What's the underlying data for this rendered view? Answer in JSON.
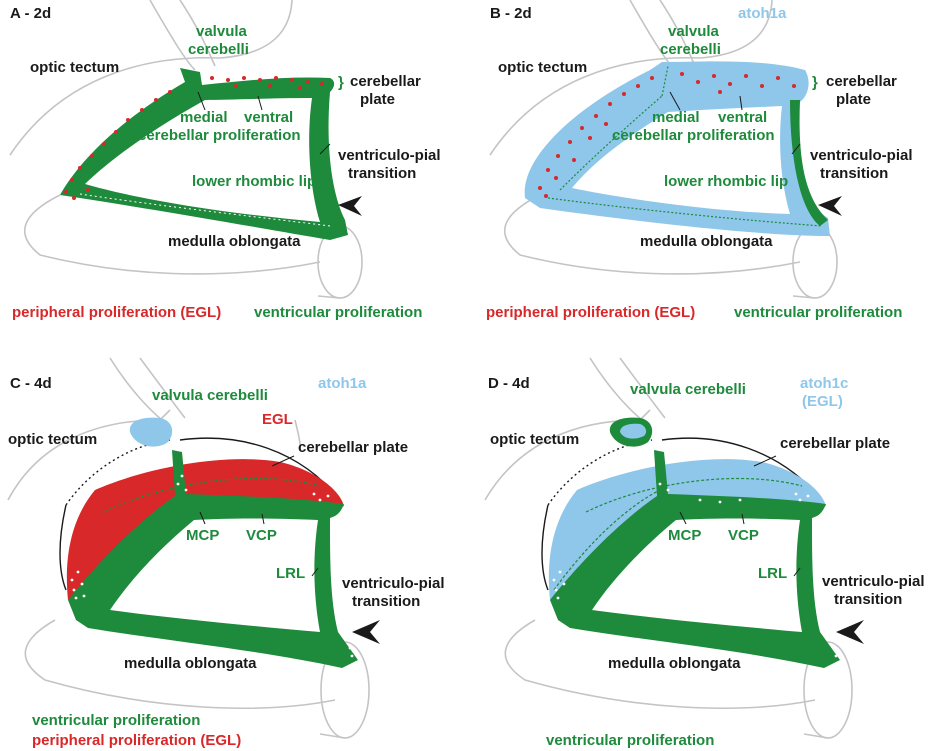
{
  "colors": {
    "ventricular": "#1e8a3c",
    "peripheral": "#d8282a",
    "atoh": "#8ec7ea",
    "outline": "#c4c4c4",
    "text": "#1a1a1a"
  },
  "panelA": {
    "title": "A - 2d",
    "optic_tectum": "optic tectum",
    "valvula_line1": "valvula",
    "valvula_line2": "cerebelli",
    "cerebellar_plate_line1": "cerebellar",
    "cerebellar_plate_line2": "plate",
    "medial": "medial",
    "ventral": "ventral",
    "cerebellar_proliferation": "cerebellar proliferation",
    "lower_rhombic_lip": "lower rhombic lip",
    "vp_line1": "ventriculo-pial",
    "vp_line2": "transition",
    "medulla": "medulla oblongata",
    "legend_peripheral": "peripheral proliferation (EGL)",
    "legend_ventricular": "ventricular proliferation"
  },
  "panelB": {
    "title": "B - 2d",
    "marker": "atoh1a",
    "optic_tectum": "optic tectum",
    "valvula_line1": "valvula",
    "valvula_line2": "cerebelli",
    "cerebellar_plate_line1": "cerebellar",
    "cerebellar_plate_line2": "plate",
    "medial": "medial",
    "ventral": "ventral",
    "cerebellar_proliferation": "cerebellar proliferation",
    "lower_rhombic_lip": "lower rhombic lip",
    "vp_line1": "ventriculo-pial",
    "vp_line2": "transition",
    "medulla": "medulla oblongata",
    "legend_peripheral": "peripheral proliferation (EGL)",
    "legend_ventricular": "ventricular proliferation"
  },
  "panelC": {
    "title": "C - 4d",
    "marker": "atoh1a",
    "valvula": "valvula cerebelli",
    "egl": "EGL",
    "optic_tectum": "optic tectum",
    "cerebellar_plate": "cerebellar plate",
    "mcp": "MCP",
    "vcp": "VCP",
    "lrl": "LRL",
    "vp_line1": "ventriculo-pial",
    "vp_line2": "transition",
    "medulla": "medulla oblongata",
    "legend_ventricular": "ventricular proliferation",
    "legend_peripheral": "peripheral proliferation (EGL)"
  },
  "panelD": {
    "title": "D - 4d",
    "marker_line1": "atoh1c",
    "marker_line2": "(EGL)",
    "valvula": "valvula cerebelli",
    "optic_tectum": "optic tectum",
    "cerebellar_plate": "cerebellar plate",
    "mcp": "MCP",
    "vcp": "VCP",
    "lrl": "LRL",
    "vp_line1": "ventriculo-pial",
    "vp_line2": "transition",
    "medulla": "medulla oblongata",
    "legend_ventricular": "ventricular proliferation"
  }
}
